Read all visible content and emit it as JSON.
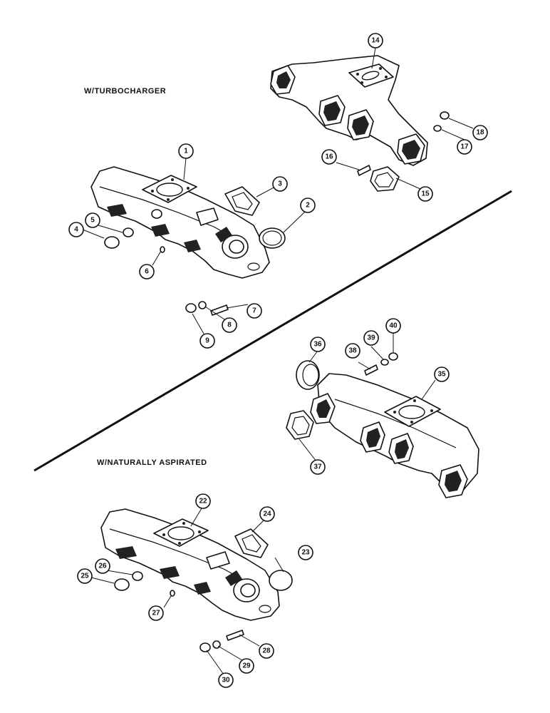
{
  "sections": {
    "turbo": "W/TURBOCHARGER",
    "natural": "W/NATURALLY ASPIRATED"
  },
  "callouts": {
    "c1": "1",
    "c2": "2",
    "c3": "3",
    "c4": "4",
    "c5": "5",
    "c6": "6",
    "c7": "7",
    "c8": "8",
    "c9": "9",
    "c14": "14",
    "c15": "15",
    "c16": "16",
    "c17": "17",
    "c18": "18",
    "c22": "22",
    "c23": "23",
    "c24": "24",
    "c25": "25",
    "c26": "26",
    "c27": "27",
    "c28": "28",
    "c29": "29",
    "c30": "30",
    "c35": "35",
    "c36": "36",
    "c37": "37",
    "c38": "38",
    "c39": "39",
    "c40": "40"
  }
}
